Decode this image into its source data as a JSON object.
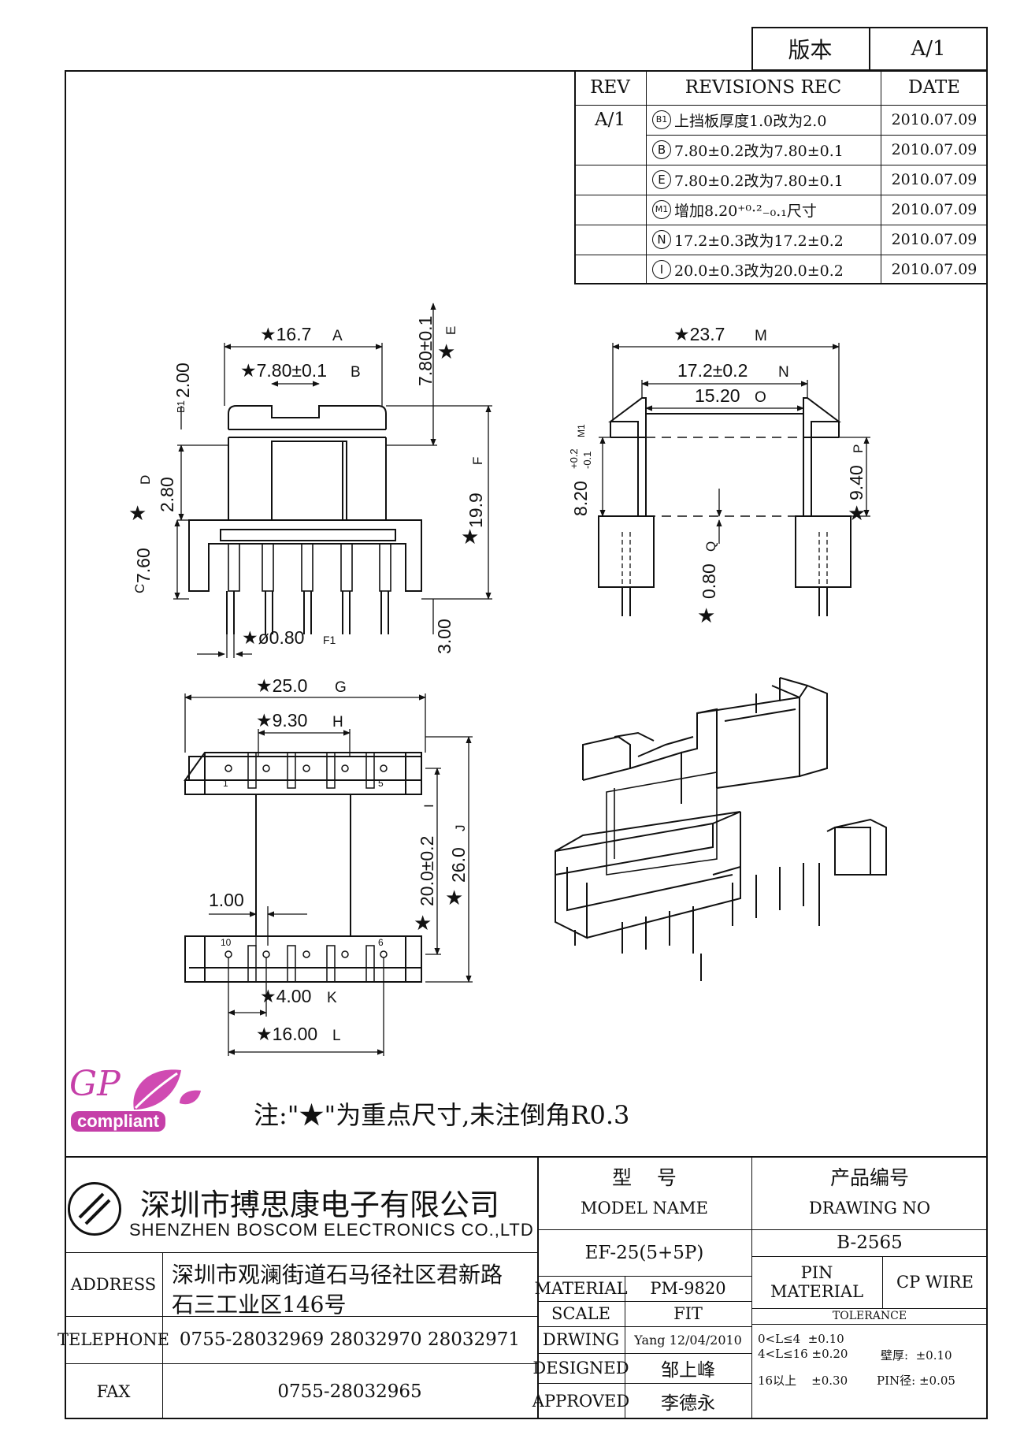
{
  "version_box": {
    "label": "版本",
    "value": "A/1"
  },
  "revisions": {
    "headers": {
      "rev": "REV",
      "rec": "REVISIONS REC",
      "date": "DATE"
    },
    "rev_value": "A/1",
    "rows": [
      {
        "mark": "B1",
        "text": "上挡板厚度1.0改为2.0",
        "date": "2010.07.09"
      },
      {
        "mark": "B",
        "text": "7.80±0.2改为7.80±0.1",
        "date": "2010.07.09"
      },
      {
        "mark": "E",
        "text": "7.80±0.2改为7.80±0.1",
        "date": "2010.07.09"
      },
      {
        "mark": "M1",
        "text": "增加8.20⁺⁰·²₋₀.₁尺寸",
        "date": "2010.07.09"
      },
      {
        "mark": "N",
        "text": "17.2±0.3改为17.2±0.2",
        "date": "2010.07.09"
      },
      {
        "mark": "I",
        "text": "20.0±0.3改为20.0±0.2",
        "date": "2010.07.09"
      }
    ]
  },
  "dimensions": {
    "front": {
      "w_top": "★16.7",
      "w_top_mark": "A",
      "w_slot": "★7.80±0.1",
      "w_slot_mark": "B",
      "h_flange": "2.00",
      "h_flange_mark": "B1",
      "h_right": "7.80±0.1",
      "h_right_mark": "E",
      "h_total": "19.9",
      "h_total_mark": "F",
      "h_base_step": "2.80",
      "h_base_step_mark": "D",
      "h_base": "7.60",
      "h_base_mark": "C",
      "pin_len": "3.00",
      "pin_dia": "★ø0.80",
      "pin_dia_mark": "F1"
    },
    "side": {
      "w_total": "★23.7",
      "w_total_mark": "M",
      "w_mid": "17.2±0.2",
      "w_mid_mark": "N",
      "w_inner": "15.20",
      "w_inner_mark": "O",
      "h_left": "8.20",
      "h_left_tol_plus": "+0.2",
      "h_left_tol_minus": "-0.1",
      "h_left_mark": "M1",
      "h_right": "9.40",
      "h_right_mark": "P",
      "wall": "0.80",
      "wall_mark": "Q"
    },
    "bottom": {
      "w_total": "★25.0",
      "w_total_mark": "G",
      "w_pitch": "★9.30",
      "w_pitch_mark": "H",
      "h_inner": "20.0±0.2",
      "h_inner_mark": "I",
      "h_total": "26.0",
      "h_total_mark": "J",
      "pin_gap": "1.00",
      "w_row": "★4.00",
      "w_row_mark": "K",
      "w_span": "★16.00",
      "w_span_mark": "L",
      "pins_top": [
        "1",
        "5"
      ],
      "pins_bottom": [
        "10",
        "6"
      ]
    }
  },
  "logo": {
    "gp": "GP",
    "compliant": "compliant"
  },
  "note": "注:\"★\"为重点尺寸,未注倒角R0.3",
  "title_block": {
    "company_cn": "深圳市搏思康电子有限公司",
    "company_en": "SHENZHEN BOSCOM ELECTRONICS CO.,LTD",
    "model_label_cn": "型    号",
    "model_label_en": "MODEL NAME",
    "model_value": "EF-25(5+5P)",
    "drawing_label_cn": "产品编号",
    "drawing_label_en": "DRAWING NO",
    "drawing_value": "B-2565",
    "address_label": "ADDRESS",
    "address_line1": "深圳市观澜街道石马径社区君新路",
    "address_line2": "石三工业区146号",
    "telephone_label": "TELEPHONE",
    "telephone_value": "0755-28032969 28032970 28032971",
    "fax_label": "FAX",
    "fax_value": "0755-28032965",
    "material_label": "MATERIAL",
    "material_value": "PM-9820",
    "scale_label": "SCALE",
    "scale_value": "FIT",
    "drwing_label": "DRWING",
    "drwing_value": "Yang 12/04/2010",
    "designed_label": "DESIGNED",
    "designed_value": "邹上峰",
    "approved_label": "APPROVED",
    "approved_value": "李德永",
    "pin_material_label": "PIN MATERIAL",
    "pin_material_value": "CP WIRE",
    "tolerance_label": "TOLERANCE",
    "tol_1": "0<L≤4  ±0.10",
    "tol_2": "4<L≤16 ±0.20",
    "tol_3": "16以上    ±0.30",
    "tol_wall": "壁厚:  ±0.10",
    "tol_pin": "PIN径: ±0.05"
  }
}
